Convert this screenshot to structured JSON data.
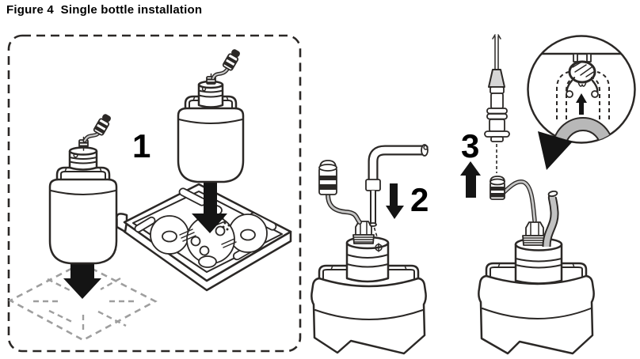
{
  "figure": {
    "title": "Figure 4  Single bottle installation"
  },
  "steps": [
    {
      "label": "1"
    },
    {
      "label": "2"
    },
    {
      "label": "3"
    }
  ],
  "colors": {
    "line": "#2b2826",
    "arrow_black": "#141414",
    "cable_gray": "#c6c6c6",
    "tube_gray": "#c2c2c2",
    "inset_tube_gray": "#b8b8b8",
    "floor_dash_gray": "#9e9e9e",
    "background": "#ffffff"
  }
}
